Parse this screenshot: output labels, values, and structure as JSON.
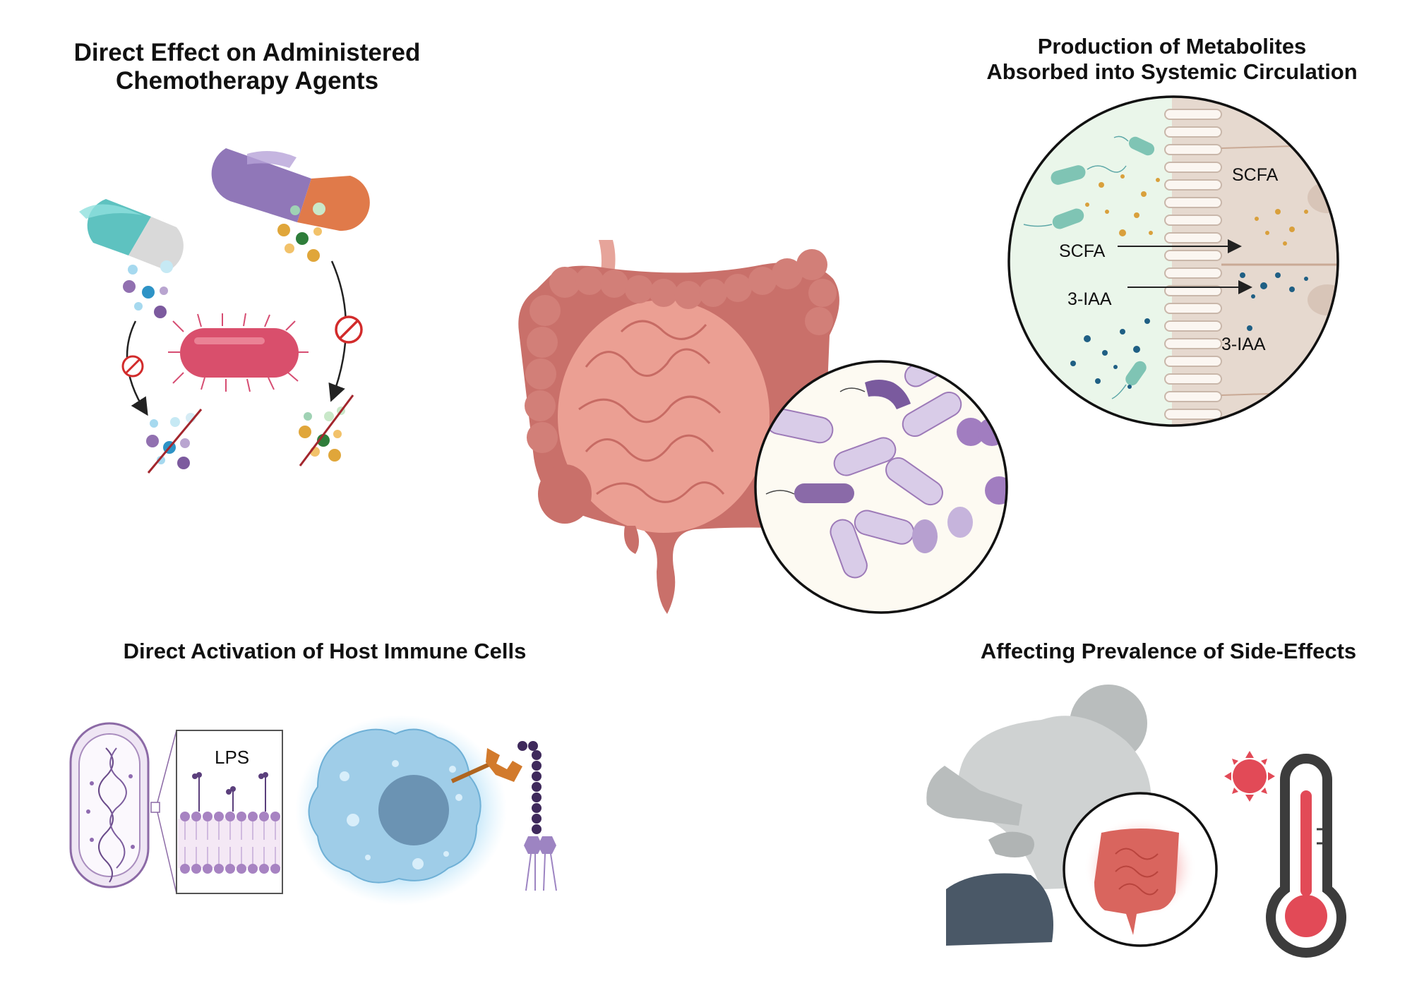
{
  "panels": {
    "chemo": {
      "title_line1": "Direct Effect on Administered",
      "title_line2": "Chemotherapy Agents"
    },
    "metabolites": {
      "title_line1": "Production of Metabolites",
      "title_line2": "Absorbed into Systemic Circulation",
      "scfa_lumen": "SCFA",
      "scfa_tissue": "SCFA",
      "iaa_lumen": "3-IAA",
      "iaa_tissue": "3-IAA"
    },
    "immune": {
      "title": "Direct Activation of Host Immune Cells",
      "lps_label": "LPS"
    },
    "side_effects": {
      "title": "Affecting Prevalence of Side-Effects"
    }
  },
  "colors": {
    "intestine": "#e59a8e",
    "colon": "#c9706a",
    "bacteria_purple": "#9d7ab8",
    "macrophage": "#9fcde8",
    "thermometer_red": "#e24a57",
    "no_symbol": "#d22b2b"
  },
  "icons": [
    "capsule-icon",
    "bacterium-icon",
    "no-symbol-icon",
    "intestine-icon",
    "macrophage-icon",
    "person-icon",
    "thermometer-icon",
    "sun-icon"
  ]
}
